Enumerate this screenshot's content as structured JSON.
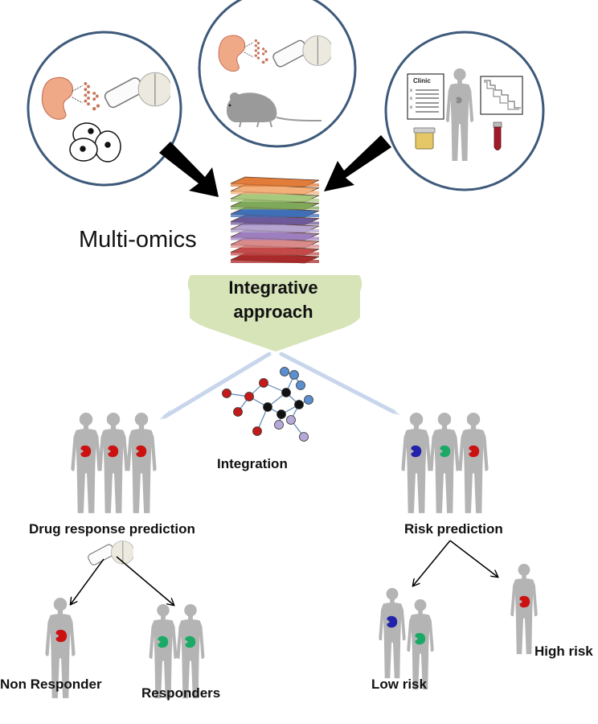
{
  "diagram": {
    "title": "Multi-omics",
    "funnel": {
      "line1": "Integrative",
      "line2": "approach"
    },
    "integration_label": "Integration",
    "drug_response_label": "Drug response prediction",
    "risk_prediction_label": "Risk prediction",
    "non_responder_label": "Non Responder",
    "responders_label": "Responders",
    "low_risk_label": "Low risk",
    "high_risk_label": "High risk",
    "clinic_label": "Clinic"
  },
  "colors": {
    "circle_border": "#3e5a7a",
    "layer_colors": [
      "#e27c3a",
      "#f4b07a",
      "#a7c97e",
      "#7fa95a",
      "#3f6fb8",
      "#6d5a9a",
      "#b4a4cf",
      "#9d7fc0",
      "#d98a8a",
      "#c44a4a",
      "#a82a2a"
    ],
    "funnel": "#d6e4b8",
    "kidney_red": "#cc1111",
    "kidney_green": "#1aaa66",
    "kidney_blue": "#2222aa",
    "silhouette": "#b4b4b4",
    "node_red": "#c41a1a",
    "node_black": "#111111",
    "node_blue": "#5b8fcf",
    "node_lavender": "#b6a8d8"
  }
}
